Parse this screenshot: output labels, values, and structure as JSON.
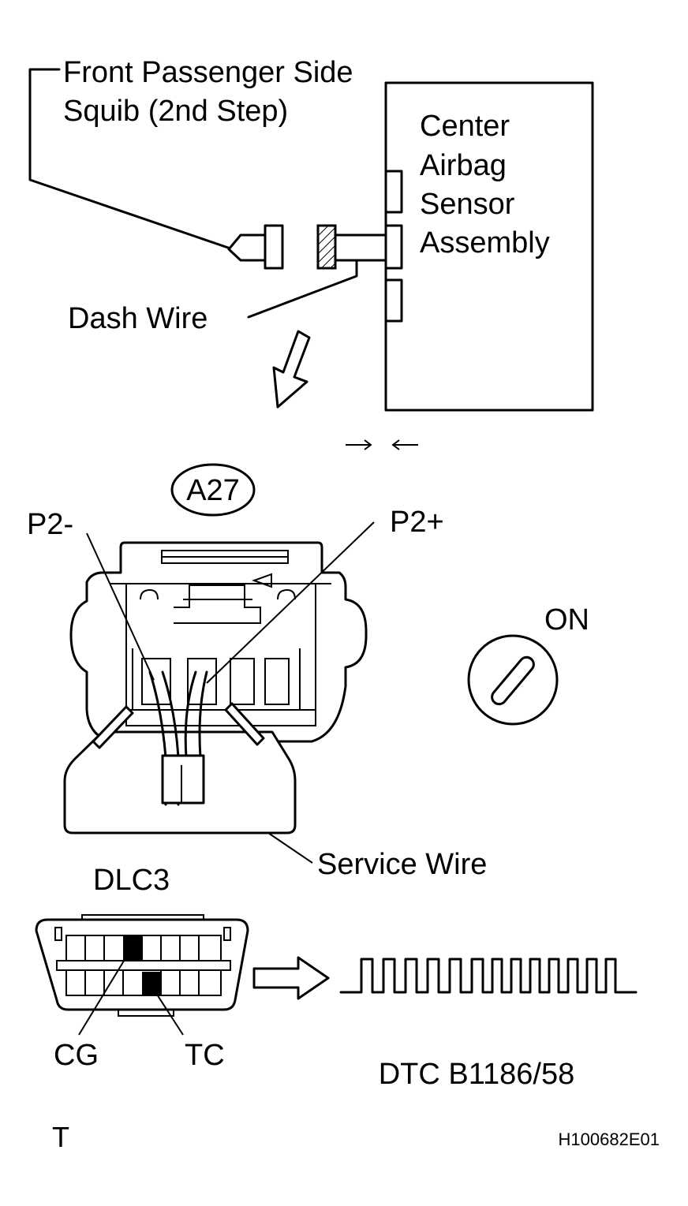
{
  "labels": {
    "squib": "Front Passenger Side",
    "squib_line2": "Squib (2nd Step)",
    "sensor_line1": "Center",
    "sensor_line2": "Airbag",
    "sensor_line3": "Sensor",
    "sensor_line4": "Assembly",
    "dash_wire": "Dash Wire",
    "connector_id": "A27",
    "p2_minus": "P2-",
    "p2_plus": "P2+",
    "ignition": "ON",
    "service_wire": "Service Wire",
    "dlc": "DLC3",
    "cg": "CG",
    "tc": "TC",
    "dtc": "DTC B1186/58",
    "corner_mark": "T",
    "figure_id": "H100682E01"
  },
  "icons": {
    "direction_arrow": "down-left-arrow-icon",
    "flow_arrow": "right-arrow-icon",
    "ignition": "ignition-key-icon"
  },
  "colors": {
    "line": "#000000",
    "background": "#ffffff"
  }
}
